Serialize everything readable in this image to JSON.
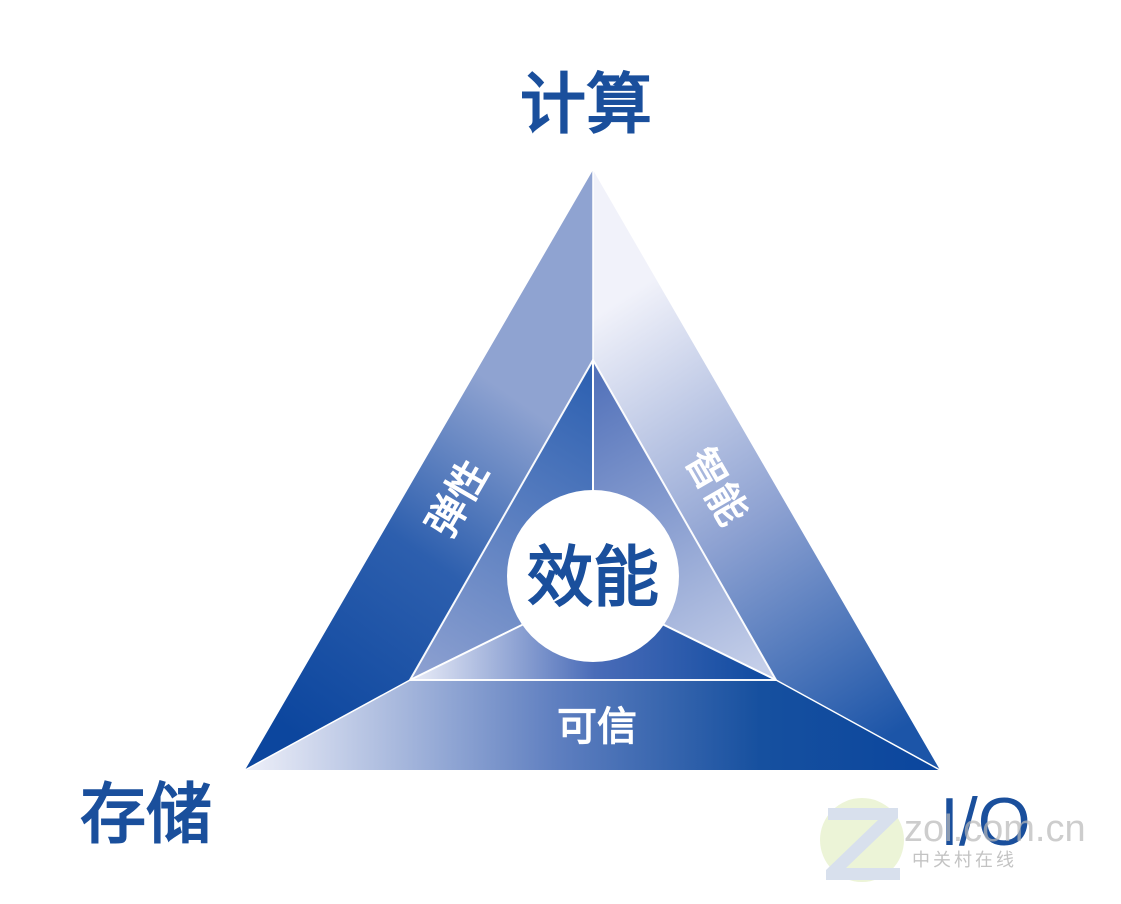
{
  "diagram": {
    "vertices": {
      "top": "计算",
      "bottom_left": "存储",
      "bottom_right": "I/O"
    },
    "edges": {
      "left": "弹性",
      "right": "智能",
      "bottom": "可信"
    },
    "center": "效能",
    "colors": {
      "primary_blue": "#1a4f9c",
      "dark_blue": "#0d48a0",
      "light_lavender": "#e6e9f6",
      "inner_line": "#ffffff"
    }
  },
  "watermark": {
    "logo_icon": "zol-z-logo-icon",
    "domain": "zol.com.cn",
    "name_cn": "中关村在线"
  }
}
